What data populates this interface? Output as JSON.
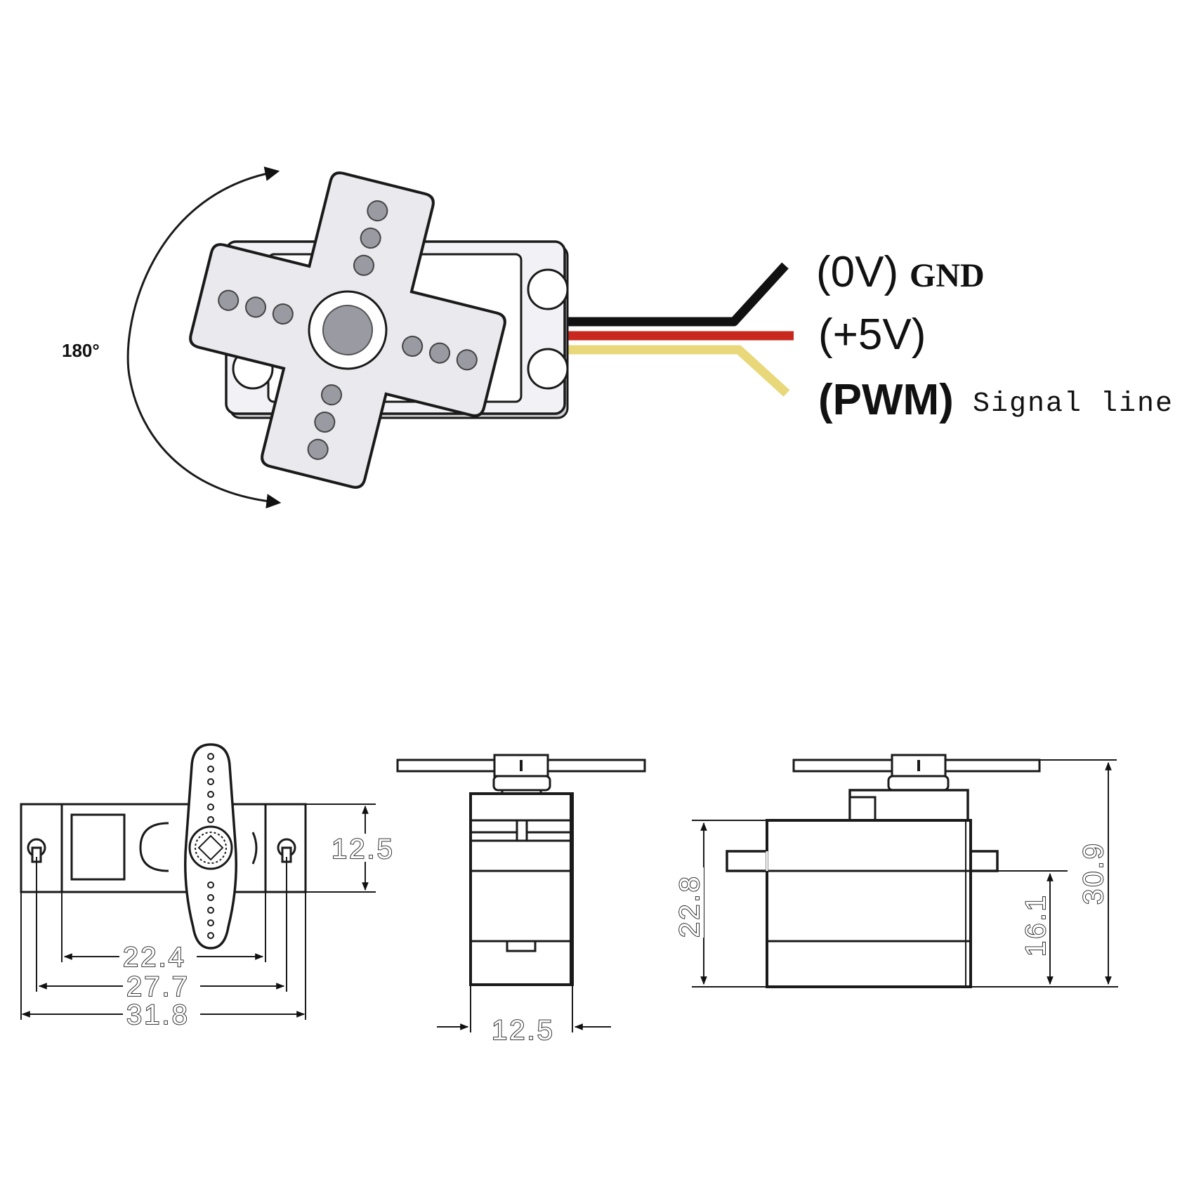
{
  "labels": {
    "rotation": "180°",
    "gnd_prefix": "(0V)",
    "gnd_name": "GND",
    "vcc_prefix": "(+5V)",
    "pwm_prefix": "(PWM)",
    "pwm_name": "Signal line"
  },
  "dimensions": {
    "front_inner_width": "22.4",
    "front_mount_width": "27.7",
    "front_total_width": "31.8",
    "front_body_height": "12.5",
    "side_width": "12.5",
    "profile_body_height": "22.8",
    "profile_tab_height": "16.1",
    "profile_total_height": "30.9"
  },
  "colors": {
    "wire_gnd": "#111111",
    "wire_vcc": "#c8281e",
    "wire_pwm": "#e8d87a",
    "horn_fill": "#e9e9ee",
    "hole_fill": "#9a9aa2"
  }
}
